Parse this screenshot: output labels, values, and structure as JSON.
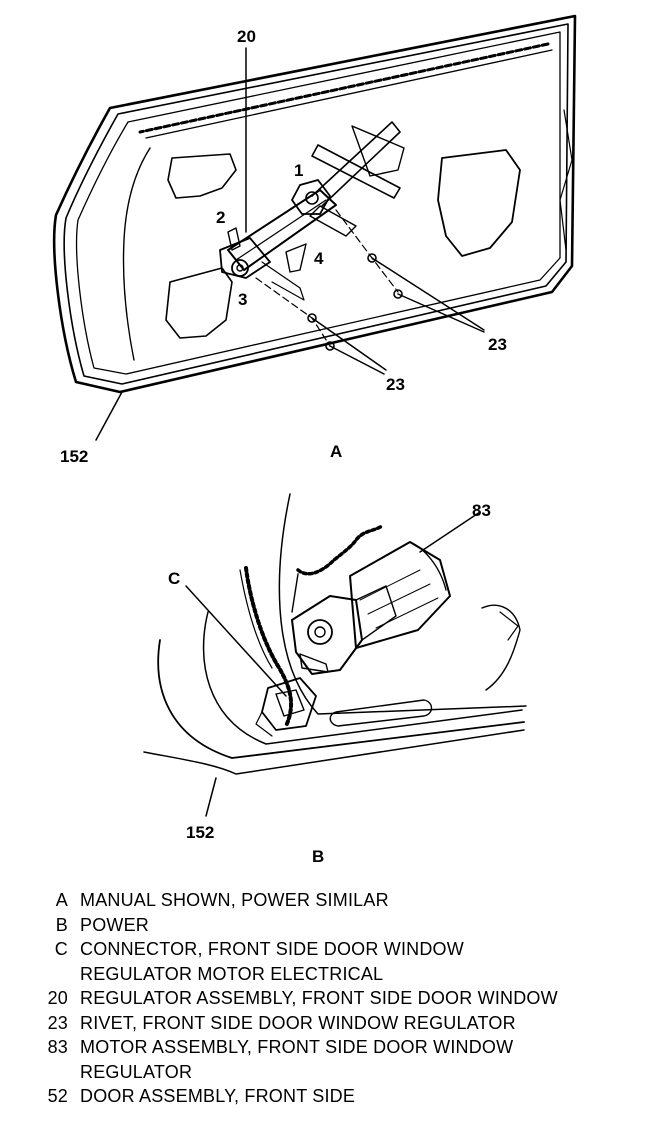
{
  "panel_a": {
    "label": "A",
    "callouts": {
      "c20": "20",
      "c1": "1",
      "c2": "2",
      "c3": "3",
      "c4": "4",
      "c23a": "23",
      "c23b": "23",
      "c152": "152"
    }
  },
  "panel_b": {
    "label": "B",
    "callouts": {
      "c83": "83",
      "cC": "C",
      "c152": "152"
    }
  },
  "legend": [
    {
      "key": "A",
      "text": "MANUAL SHOWN, POWER SIMILAR"
    },
    {
      "key": "B",
      "text": "POWER"
    },
    {
      "key": "C",
      "text": "CONNECTOR, FRONT SIDE DOOR WINDOW"
    },
    {
      "key": "",
      "text": "REGULATOR MOTOR ELECTRICAL"
    },
    {
      "key": "20",
      "text": "REGULATOR ASSEMBLY, FRONT SIDE DOOR WINDOW"
    },
    {
      "key": "23",
      "text": "RIVET, FRONT SIDE DOOR WINDOW REGULATOR"
    },
    {
      "key": "83",
      "text": "MOTOR ASSEMBLY, FRONT SIDE DOOR WINDOW"
    },
    {
      "key": "",
      "text": "REGULATOR"
    },
    {
      "key": "52",
      "text": "DOOR ASSEMBLY, FRONT SIDE"
    }
  ]
}
